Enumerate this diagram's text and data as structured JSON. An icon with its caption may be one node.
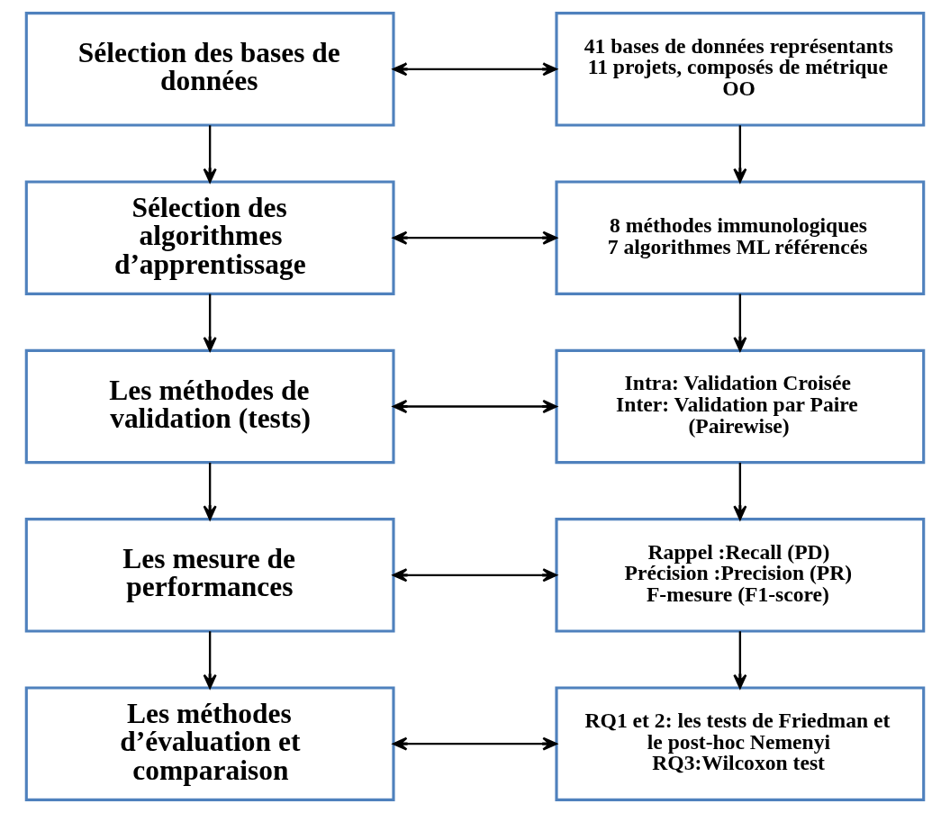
{
  "diagram": {
    "nodes": [
      {
        "text": [
          "Sélection des bases de données"
        ]
      },
      {
        "text": [
          "41 bases de données représentants 11 projets, composés de métrique OO"
        ]
      },
      {
        "text": [
          "Sélection des algorithmes d’apprentissage"
        ]
      },
      {
        "text": [
          "8 méthodes immunologiques",
          "7 algorithmes ML référencés"
        ]
      },
      {
        "text": [
          "Les méthodes de validation (tests)"
        ]
      },
      {
        "text": [
          "Intra: Validation Croisée",
          "Inter: Validation par Paire (Pairewise)"
        ]
      },
      {
        "text": [
          "Les mesure de performances"
        ]
      },
      {
        "text": [
          "Rappel :Recall (PD)",
          "Précision :Precision (PR)",
          "F-mesure (F1-score)"
        ]
      },
      {
        "text": [
          "Les méthodes d’évaluation et comparaison"
        ]
      },
      {
        "text": [
          "RQ1 et 2: les tests de Friedman et le post-hoc Nemenyi",
          "RQ3:Wilcoxon test"
        ]
      }
    ],
    "edges": [
      {
        "from": 0,
        "to": 1,
        "arrow": "both"
      },
      {
        "from": 1,
        "to": 3,
        "arrow": "to"
      },
      {
        "from": 0,
        "to": 2,
        "arrow": "to"
      },
      {
        "from": 2,
        "to": 3,
        "arrow": "both"
      },
      {
        "from": 2,
        "to": 4,
        "arrow": "to"
      },
      {
        "from": 3,
        "to": 5,
        "arrow": "to"
      },
      {
        "from": 4,
        "to": 5,
        "arrow": "both"
      },
      {
        "from": 4,
        "to": 6,
        "arrow": "to"
      },
      {
        "from": 5,
        "to": 7,
        "arrow": "to"
      },
      {
        "from": 6,
        "to": 7,
        "arrow": "both"
      },
      {
        "from": 6,
        "to": 8,
        "arrow": "to"
      },
      {
        "from": 7,
        "to": 9,
        "arrow": "to"
      },
      {
        "from": 8,
        "to": 9,
        "arrow": "both"
      }
    ]
  }
}
